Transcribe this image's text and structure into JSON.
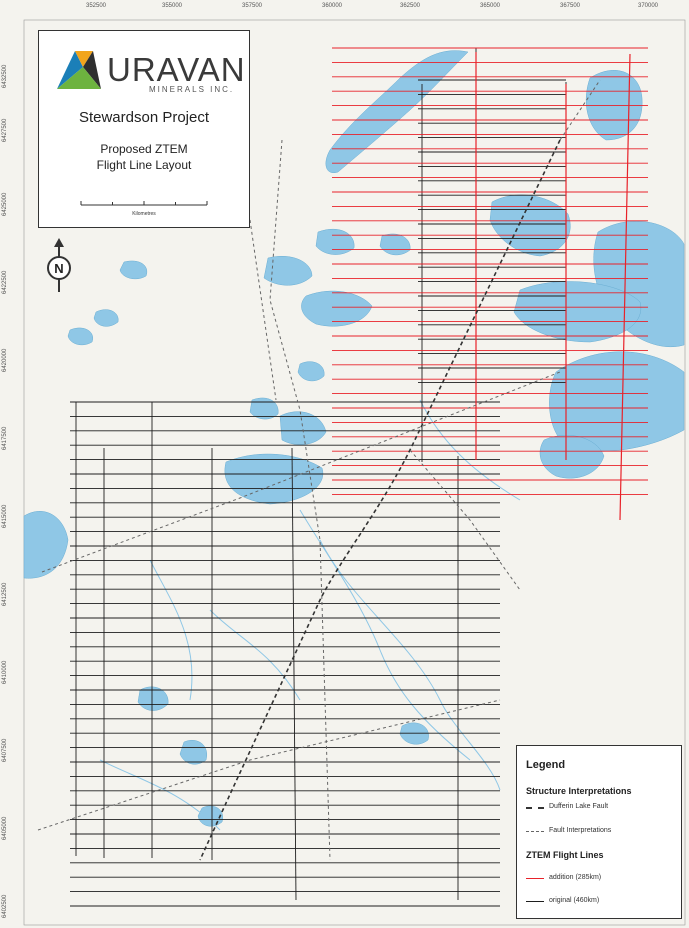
{
  "colors": {
    "background": "#f4f3ee",
    "water": "#8fc7e6",
    "addition_line": "#e8222a",
    "original_line": "#1e1e1e",
    "fault": "#333333"
  },
  "axes": {
    "top_ticks": [
      "352500",
      "355000",
      "357500",
      "360000",
      "362500",
      "365000",
      "367500",
      "370000"
    ],
    "left_ticks": [
      "6432500",
      "6427500",
      "6425000",
      "6422500",
      "6420000",
      "6417500",
      "6415000",
      "6412500",
      "6410000",
      "6407500",
      "6405000",
      "6402500"
    ]
  },
  "title_block": {
    "logo_word": "URAVAN",
    "logo_sub": "MINERALS INC.",
    "project": "Stewardson Project",
    "subtitle_line1": "Proposed ZTEM",
    "subtitle_line2": "Flight Line Layout",
    "scale_label": "Kilometres"
  },
  "north_arrow": {
    "letter": "N",
    "icon": "north-arrow-icon"
  },
  "legend": {
    "title": "Legend",
    "section1": "Structure Interpretations",
    "item_dufferin": "Dufferin Lake Fault",
    "item_fault": "Fault Interpretations",
    "section2": "ZTEM Flight Lines",
    "item_addition": "addition (285km)",
    "item_original": "original (460km)"
  }
}
